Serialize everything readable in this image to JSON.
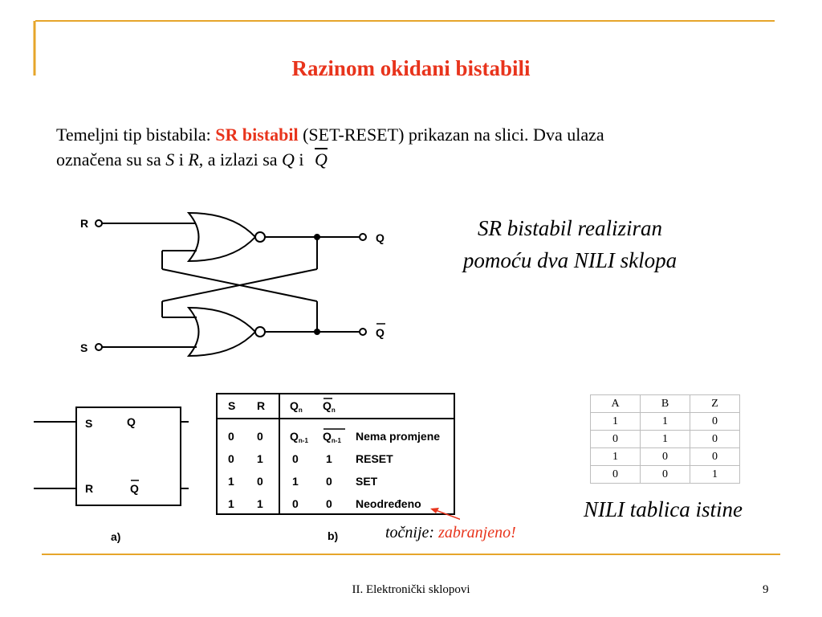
{
  "slide": {
    "title": "Razinom okidani bistabili",
    "intro": {
      "p1": "Temeljni tip bistabila: ",
      "p1_red": "SR bistabil",
      "p1_rest": " (SET-RESET) prikazan na slici. Dva ulaza",
      "p2_a": "označena su sa ",
      "p2_s": "S",
      "p2_b": " i ",
      "p2_r": "R",
      "p2_c": ", a izlazi sa ",
      "p2_q": "Q",
      "p2_d": " i ",
      "p2_qbar": "Q"
    },
    "caption_sr": {
      "line1": "SR bistabil realiziran",
      "line2": "pomoću dva NILI sklopa"
    },
    "caption_nili": "NILI tablica istine",
    "annotation": {
      "prefix": "točnije: ",
      "red": "zabranjeno!"
    },
    "footer": "II. Elektronički sklopovi",
    "page_number": "9",
    "accent_color": "#e8341c",
    "rule_color": "#e6a52a"
  },
  "circuit": {
    "r": "R",
    "s": "S",
    "q": "Q",
    "qbar": "Q"
  },
  "block": {
    "s": "S",
    "q": "Q",
    "r": "R",
    "qbar": "Q",
    "label": "a)"
  },
  "truth_sr": {
    "label": "b)",
    "headers": {
      "s": "S",
      "r": "R",
      "qn": "Q",
      "qn_sub": "n",
      "qbn": "Q",
      "qbn_sub": "n"
    },
    "rows": [
      {
        "s": "0",
        "r": "0",
        "q": "Q",
        "q_sub": "n-1",
        "qb": "Q",
        "qb_sub": "n-1",
        "desc": "Nema promjene"
      },
      {
        "s": "0",
        "r": "1",
        "q": "0",
        "qb": "1",
        "desc": "RESET"
      },
      {
        "s": "1",
        "r": "0",
        "q": "1",
        "qb": "0",
        "desc": "SET"
      },
      {
        "s": "1",
        "r": "1",
        "q": "0",
        "qb": "0",
        "desc": "Neodređeno"
      }
    ]
  },
  "nili_table": {
    "headers": [
      "A",
      "B",
      "Z"
    ],
    "rows": [
      [
        "1",
        "1",
        "0"
      ],
      [
        "0",
        "1",
        "0"
      ],
      [
        "1",
        "0",
        "0"
      ],
      [
        "0",
        "0",
        "1"
      ]
    ]
  }
}
